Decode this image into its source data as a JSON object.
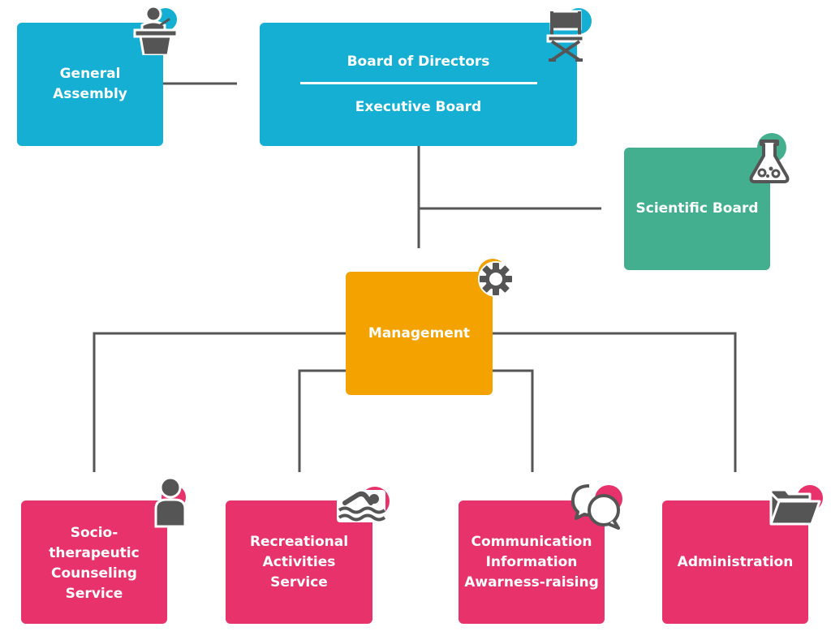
{
  "colors": {
    "blue": "#14AFD3",
    "green": "#43AF8E",
    "orange": "#F3A200",
    "pink": "#E8326B",
    "line": "#555555",
    "icon": "#555555"
  },
  "governance": {
    "general_assembly": [
      "General",
      "Assembly"
    ],
    "board_of_directors": "Board of Directors",
    "executive_board": "Executive Board",
    "scientific_board": "Scientific Board"
  },
  "management": "Management",
  "services": {
    "socio": [
      "Socio-",
      "therapeutic",
      "Counseling",
      "Service"
    ],
    "recreational": [
      "Recreational",
      "Activities",
      "Service"
    ],
    "communication": [
      "Communication",
      "Information",
      "Awarness-raising"
    ],
    "administration": "Administration"
  },
  "icons": {
    "general_assembly": "speaker-podium-icon",
    "board": "director-chair-icon",
    "scientific": "flask-icon",
    "management": "gear-icon",
    "socio": "person-icon",
    "recreational": "swimmer-icon",
    "communication": "chat-bubbles-icon",
    "administration": "folder-icon"
  }
}
